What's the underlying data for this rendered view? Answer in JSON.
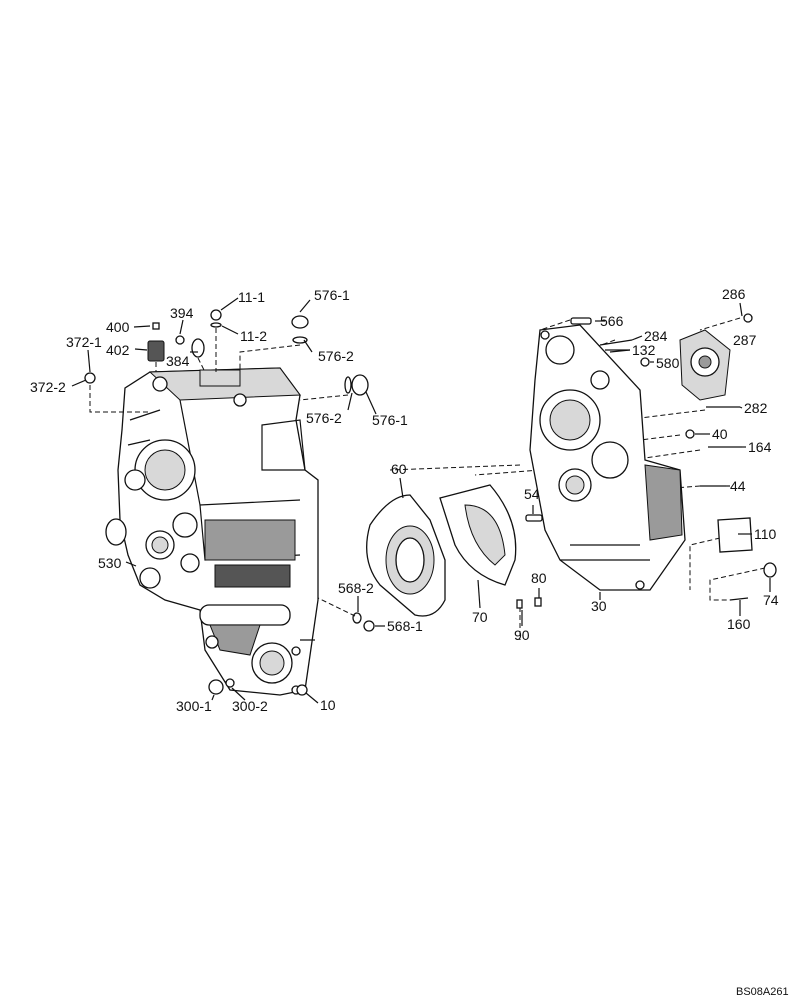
{
  "diagram": {
    "reference_code": "BS08A261",
    "callouts": [
      {
        "id": "c-286",
        "label": "286"
      },
      {
        "id": "c-287",
        "label": "287"
      },
      {
        "id": "c-566",
        "label": "566"
      },
      {
        "id": "c-284",
        "label": "284"
      },
      {
        "id": "c-132",
        "label": "132"
      },
      {
        "id": "c-580",
        "label": "580"
      },
      {
        "id": "c-282",
        "label": "282"
      },
      {
        "id": "c-40",
        "label": "40"
      },
      {
        "id": "c-164",
        "label": "164"
      },
      {
        "id": "c-44",
        "label": "44"
      },
      {
        "id": "c-110",
        "label": "110"
      },
      {
        "id": "c-74",
        "label": "74"
      },
      {
        "id": "c-160",
        "label": "160"
      },
      {
        "id": "c-30",
        "label": "30"
      },
      {
        "id": "c-54",
        "label": "54"
      },
      {
        "id": "c-80",
        "label": "80"
      },
      {
        "id": "c-90",
        "label": "90"
      },
      {
        "id": "c-70",
        "label": "70"
      },
      {
        "id": "c-60",
        "label": "60"
      },
      {
        "id": "c-568-2",
        "label": "568-2"
      },
      {
        "id": "c-568-1",
        "label": "568-1"
      },
      {
        "id": "c-10",
        "label": "10"
      },
      {
        "id": "c-300-1",
        "label": "300-1"
      },
      {
        "id": "c-300-2",
        "label": "300-2"
      },
      {
        "id": "c-530",
        "label": "530"
      },
      {
        "id": "c-576-1a",
        "label": "576-1"
      },
      {
        "id": "c-576-2a",
        "label": "576-2"
      },
      {
        "id": "c-576-2b",
        "label": "576-2"
      },
      {
        "id": "c-576-1b",
        "label": "576-1"
      },
      {
        "id": "c-11-1",
        "label": "11-1"
      },
      {
        "id": "c-11-2",
        "label": "11-2"
      },
      {
        "id": "c-394",
        "label": "394"
      },
      {
        "id": "c-400",
        "label": "400"
      },
      {
        "id": "c-402",
        "label": "402"
      },
      {
        "id": "c-384",
        "label": "384"
      },
      {
        "id": "c-372-1",
        "label": "372-1"
      },
      {
        "id": "c-372-2",
        "label": "372-2"
      }
    ]
  }
}
